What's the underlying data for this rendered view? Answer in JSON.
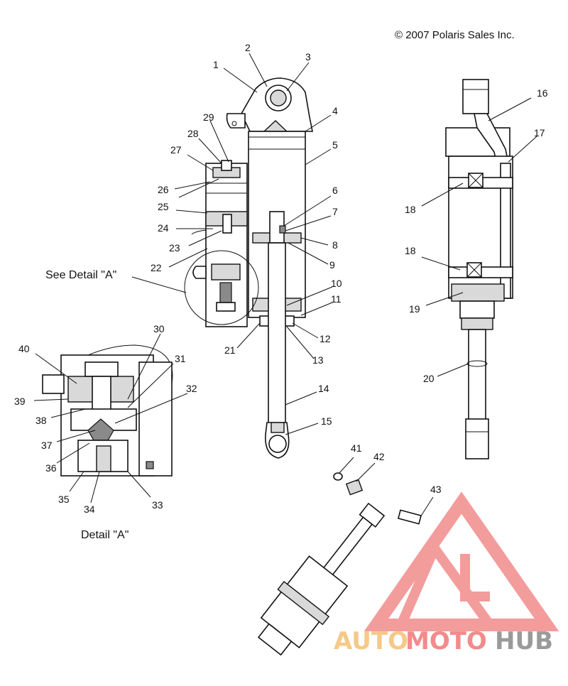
{
  "copyright": "© 2007 Polaris Sales Inc.",
  "see_detail": "See Detail \"A\"",
  "detail_caption": "Detail \"A\"",
  "watermark": {
    "part1": "AUTO",
    "part2": "MOTO",
    "part3": "HUB",
    "color_red": "#f28b8b",
    "color_orange": "#f5c98a",
    "color_gray": "#9a9a9a"
  },
  "callouts": [
    "1",
    "2",
    "3",
    "4",
    "5",
    "6",
    "7",
    "8",
    "9",
    "10",
    "11",
    "12",
    "13",
    "14",
    "15",
    "16",
    "17",
    "18",
    "18",
    "19",
    "20",
    "21",
    "22",
    "23",
    "24",
    "25",
    "26",
    "27",
    "28",
    "29",
    "30",
    "31",
    "32",
    "33",
    "34",
    "35",
    "36",
    "37",
    "38",
    "39",
    "40",
    "41",
    "42",
    "43"
  ]
}
